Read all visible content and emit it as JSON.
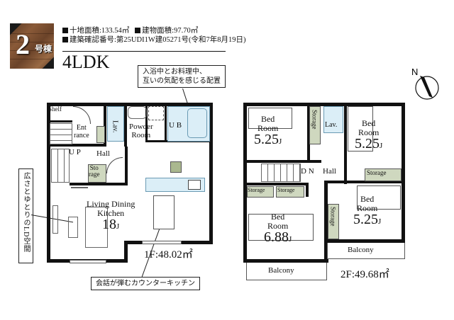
{
  "header": {
    "badge_number": "2",
    "badge_suffix": "号棟",
    "land_area": "十地面積:133.54㎡",
    "building_area": "建物面積:97.70㎡",
    "permit": "建築確認番号:第25UDI1W建05271号(令和7年8月19日)",
    "layout_type": "4LDK"
  },
  "callouts": {
    "bath_kitchen": [
      "入浴中とお料理中、",
      "互いの気配を感じる配置"
    ],
    "living_space": "広さとゆとりのLD空間",
    "counter_kitchen": "会話が弾むカウンターキッチン"
  },
  "floor1": {
    "area_label": "1F:48.02㎡",
    "rooms": {
      "shelf": "Shelf",
      "entrance": [
        "Ent",
        "rance"
      ],
      "lav": "Lav.",
      "powder": [
        "Powder",
        "Room"
      ],
      "ub": "U B",
      "up": "U P",
      "hall": "Hall",
      "storage": [
        "Sto",
        "rage"
      ],
      "ldk": [
        "Living Dining",
        "Kitchen"
      ],
      "ldk_size": "18",
      "ldk_unit": "J"
    }
  },
  "floor2": {
    "area_label": "2F:49.68㎡",
    "rooms": {
      "bed1": [
        "Bed",
        "Room"
      ],
      "bed1_size": "5.25",
      "bed1_unit": "J",
      "bed2": [
        "Bed",
        "Room"
      ],
      "bed2_size": "5.25",
      "bed2_unit": "J",
      "bed3": [
        "Bed",
        "Room"
      ],
      "bed3_size": "6.88",
      "bed3_unit": "J",
      "bed4": [
        "Bed",
        "Room"
      ],
      "bed4_size": "5.25",
      "bed4_unit": "J",
      "storage": "Storage",
      "lav": "Lav.",
      "dn": "D N",
      "hall": "Hall",
      "balcony": "Balcony"
    }
  },
  "compass": {
    "label": "N",
    "icon": "north-arrow-icon"
  },
  "colors": {
    "wet_area": "#dbeef7",
    "storage": "#cfd8bf",
    "wall": "#111111",
    "badge_wood": "#7a4e30"
  }
}
